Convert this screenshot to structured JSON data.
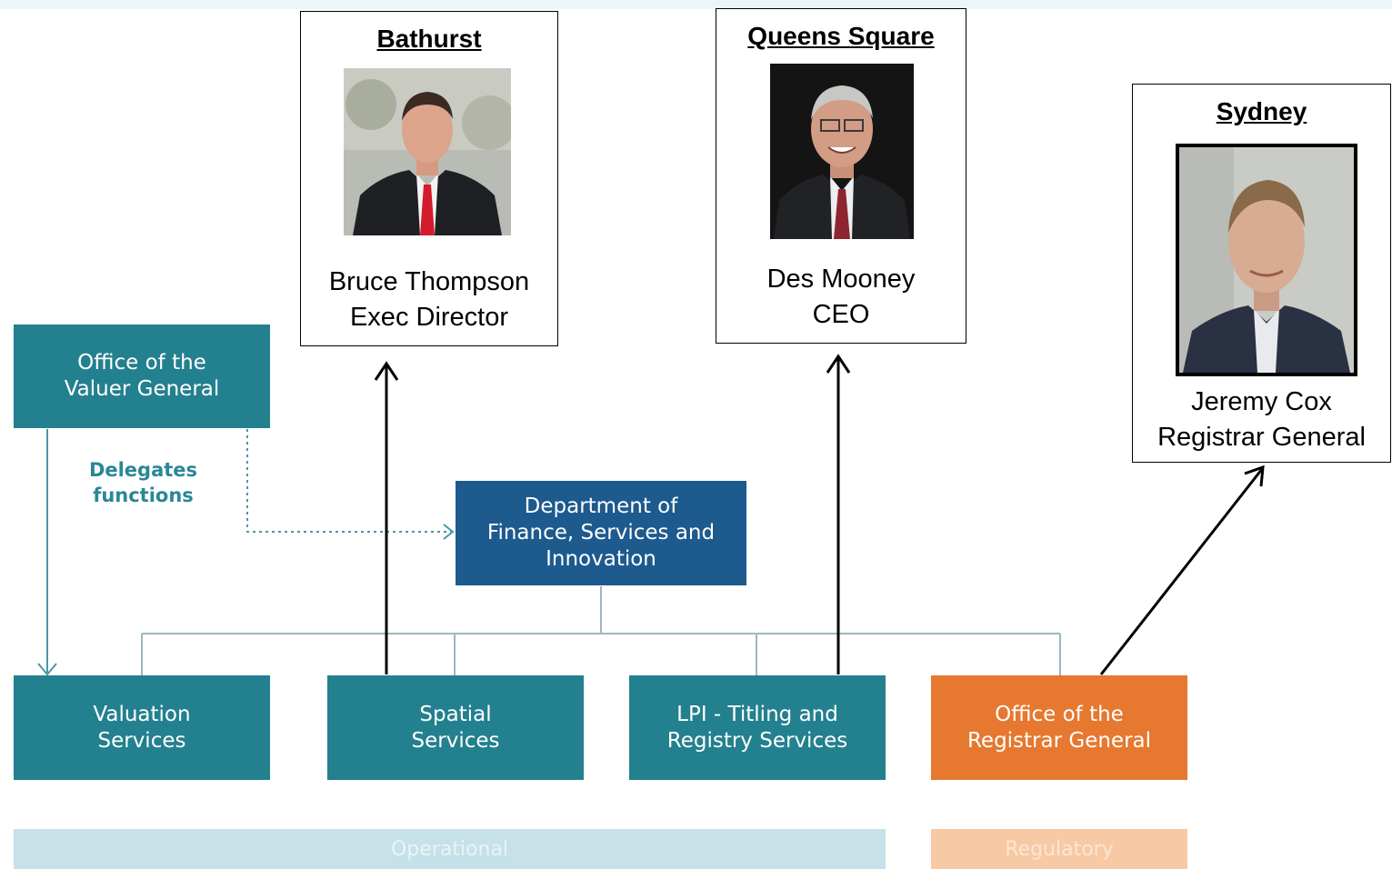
{
  "org_chart": {
    "valuer_general": "Office of the\nValuer General",
    "delegates_label": "Delegates\nfunctions",
    "department": "Department of\nFinance, Services and\nInnovation",
    "units": [
      {
        "label": "Valuation\nServices"
      },
      {
        "label": "Spatial\nServices"
      },
      {
        "label": "LPI - Titling and\nRegistry Services"
      },
      {
        "label": "Office of the\nRegistrar General"
      }
    ],
    "bands": {
      "operational": "Operational",
      "regulatory": "Regulatory"
    }
  },
  "people": [
    {
      "location": "Bathurst",
      "name": "Bruce Thompson\nExec Director"
    },
    {
      "location": "Queens Square",
      "name": "Des Mooney\nCEO"
    },
    {
      "location": "Sydney",
      "name": "Jeremy Cox\nRegistrar General"
    }
  ],
  "colors": {
    "teal": "#23808f",
    "navy": "#1d5a8e",
    "orange": "#e6782f",
    "connector": "#9bb8c0"
  }
}
